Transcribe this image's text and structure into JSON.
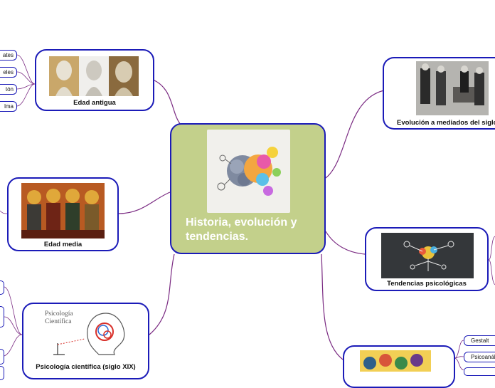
{
  "colors": {
    "branch": "#7a2a82",
    "border": "#1b1bb8",
    "center_fill": "#c3d08b"
  },
  "center": {
    "title": "Historia, evolución y tendencias."
  },
  "nodes": {
    "antigua": {
      "label": "Edad antigua",
      "image": "greek-philosopher-busts"
    },
    "media": {
      "label": "Edad media",
      "image": "medieval-saints-painting"
    },
    "cientifica": {
      "label": "Psicología científica (siglo XIX)",
      "image": "psicologia-cientifica-sketch",
      "image_text": "Psicología Científica"
    },
    "evolucion": {
      "label": "Evolución a mediados del siglo",
      "image": "laboratory-photo"
    },
    "tendencias": {
      "label": "Tendencias psicológicas",
      "image": "brain-chalkboard"
    },
    "bottom_right": {
      "label": "",
      "image": "colorful-heads"
    }
  },
  "leaves": {
    "antigua": [
      "ates",
      "eles",
      "tón",
      "lma"
    ],
    "bottom_right": [
      "Gestalt",
      "Psicoanáli"
    ]
  }
}
